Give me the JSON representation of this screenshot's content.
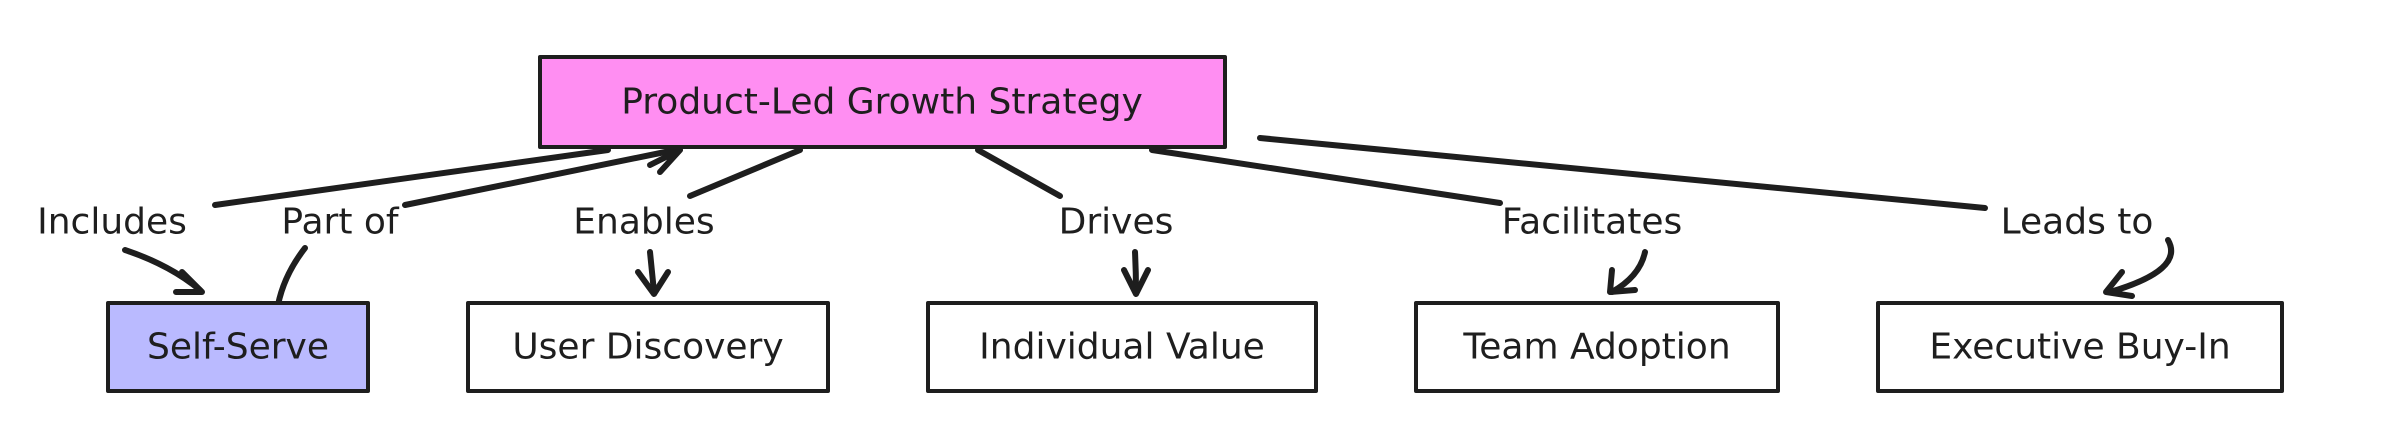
{
  "nodes": {
    "root": {
      "label": "Product-Led Growth Strategy",
      "fill": "#ff8ef2"
    },
    "self_serve": {
      "label": "Self-Serve",
      "fill": "#babaff"
    },
    "user_discovery": {
      "label": "User Discovery",
      "fill": "#ffffff"
    },
    "individual_value": {
      "label": "Individual Value",
      "fill": "#ffffff"
    },
    "team_adoption": {
      "label": "Team Adoption",
      "fill": "#ffffff"
    },
    "executive_buy_in": {
      "label": "Executive Buy-In",
      "fill": "#ffffff"
    }
  },
  "edges": {
    "includes": {
      "label": "Includes",
      "from": "root",
      "to": "self_serve"
    },
    "part_of": {
      "label": "Part of",
      "from": "self_serve",
      "to": "root"
    },
    "enables": {
      "label": "Enables",
      "from": "root",
      "to": "user_discovery"
    },
    "drives": {
      "label": "Drives",
      "from": "root",
      "to": "individual_value"
    },
    "facilitates": {
      "label": "Facilitates",
      "from": "root",
      "to": "team_adoption"
    },
    "leads_to": {
      "label": "Leads to",
      "from": "root",
      "to": "executive_buy_in"
    }
  },
  "colors": {
    "stroke": "#1e1e1e",
    "background": "#ffffff"
  }
}
